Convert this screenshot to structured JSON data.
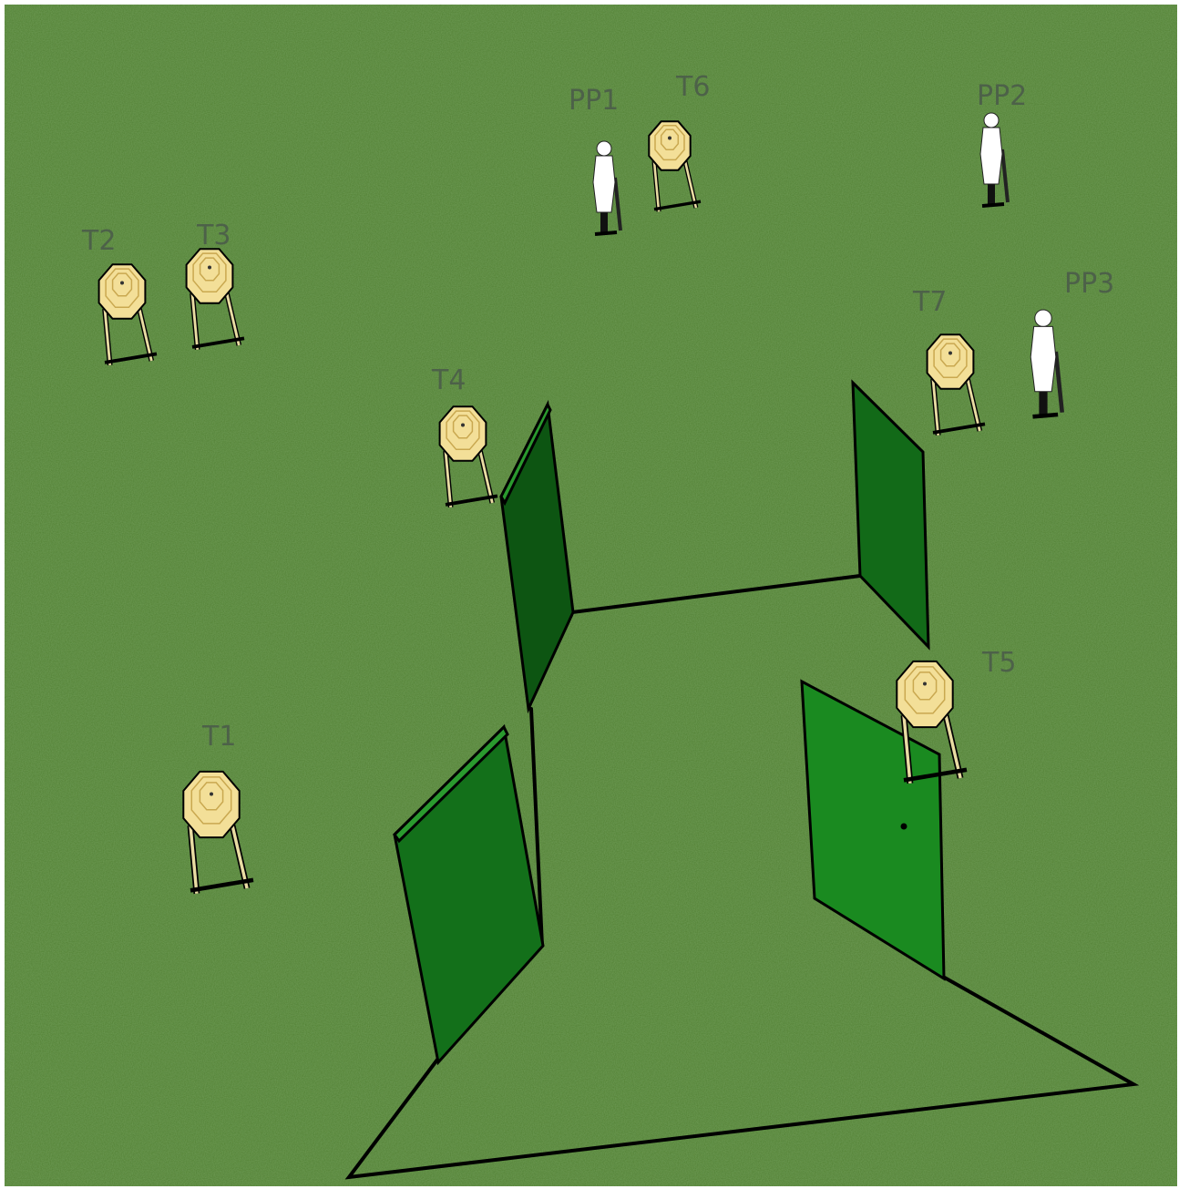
{
  "colors": {
    "ground": "#4f7f2f",
    "wall_dark": "#0f5a14",
    "wall_light": "#1f8a25",
    "target_face": "#f3df98",
    "target_ring": "#c9a850",
    "stand": "#e9dca3",
    "no_shoot": "#ffffff",
    "outline": "#000000",
    "label": "#4a5a4a"
  },
  "targets": [
    {
      "label": "T1",
      "type": "paper-target"
    },
    {
      "label": "T2",
      "type": "paper-target"
    },
    {
      "label": "T3",
      "type": "paper-target"
    },
    {
      "label": "T4",
      "type": "paper-target"
    },
    {
      "label": "T5",
      "type": "paper-target"
    },
    {
      "label": "T6",
      "type": "paper-target"
    },
    {
      "label": "T7",
      "type": "paper-target"
    }
  ],
  "no_shoots": [
    {
      "label": "PP1",
      "type": "no-shoot-silhouette"
    },
    {
      "label": "PP2",
      "type": "no-shoot-silhouette"
    },
    {
      "label": "PP3",
      "type": "no-shoot-silhouette"
    }
  ]
}
